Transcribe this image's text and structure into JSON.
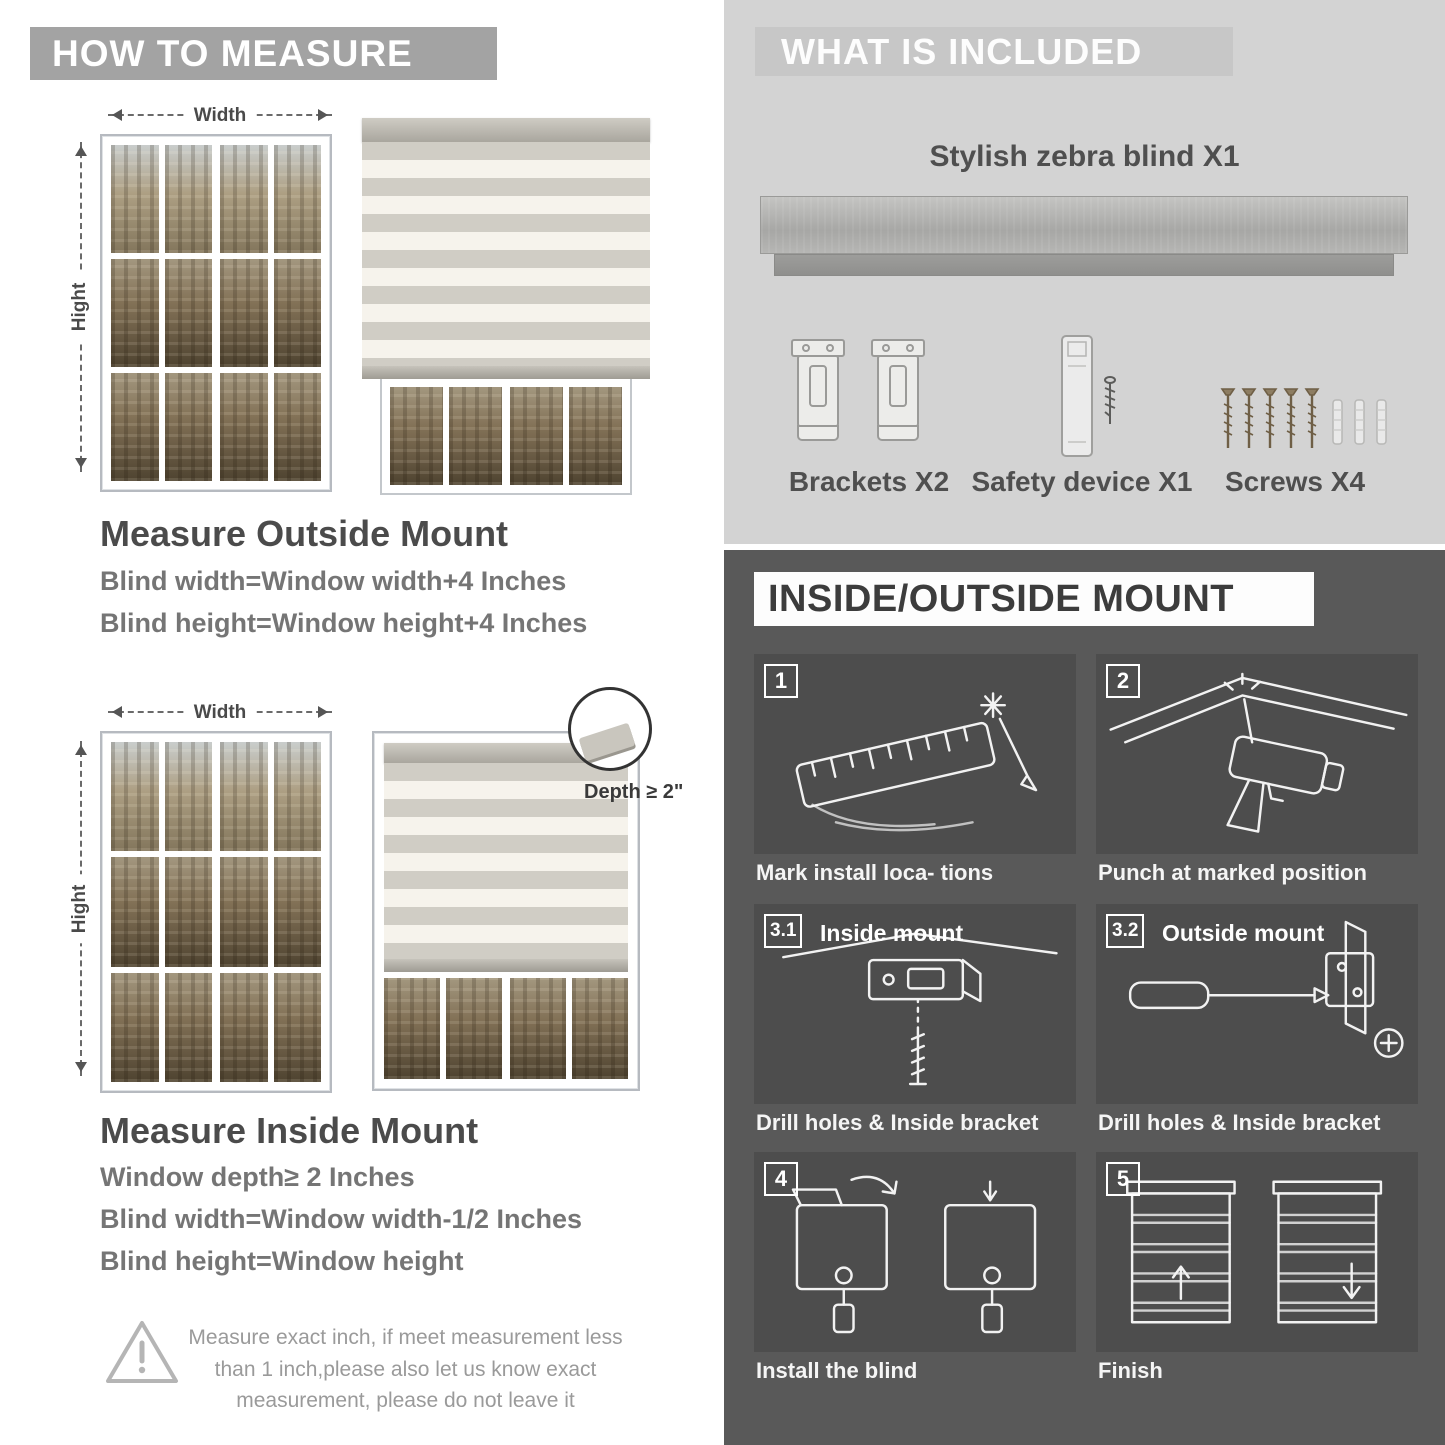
{
  "colors": {
    "left_badge": "#a3a3a3",
    "included_bg": "#d3d3d3",
    "included_badge": "#c7c7c7",
    "mount_bg": "#595959",
    "panel_bg": "#4d4d4d",
    "heading_text": "#4b4b4b",
    "sub_text": "#757575"
  },
  "measure": {
    "header": "HOW TO MEASURE",
    "width_label": "Width",
    "height_label": "Hight",
    "outside": {
      "title": "Measure Outside Mount",
      "lines": [
        "Blind width=Window width+4 Inches",
        "Blind height=Window height+4 Inches"
      ]
    },
    "inside": {
      "title": "Measure Inside Mount",
      "depth_callout": "Depth ≥ 2\"",
      "lines": [
        "Window depth≥ 2 Inches",
        "Blind width=Window width-1/2 Inches",
        "Blind height=Window height"
      ]
    },
    "warning": {
      "icon": "!",
      "text": "Measure exact inch, if meet measurement less than 1 inch,please also let us know exact measurement, please do not leave it"
    }
  },
  "included": {
    "header": "WHAT IS INCLUDED",
    "product": "Stylish zebra blind X1",
    "items": [
      {
        "label": "Brackets X2"
      },
      {
        "label": "Safety device X1"
      },
      {
        "label": "Screws X4"
      }
    ]
  },
  "mount": {
    "header": "INSIDE/OUTSIDE MOUNT",
    "steps": [
      {
        "num": "1",
        "caption": "Mark install loca- tions"
      },
      {
        "num": "2",
        "caption": "Punch at  marked position"
      },
      {
        "num": "3.1",
        "title": "Inside mount",
        "caption": "Drill holes &  Inside bracket"
      },
      {
        "num": "3.2",
        "title": "Outside mount",
        "caption": "Drill holes &  Inside bracket"
      },
      {
        "num": "4",
        "caption": "Install the blind"
      },
      {
        "num": "5",
        "caption": "Finish"
      }
    ]
  }
}
